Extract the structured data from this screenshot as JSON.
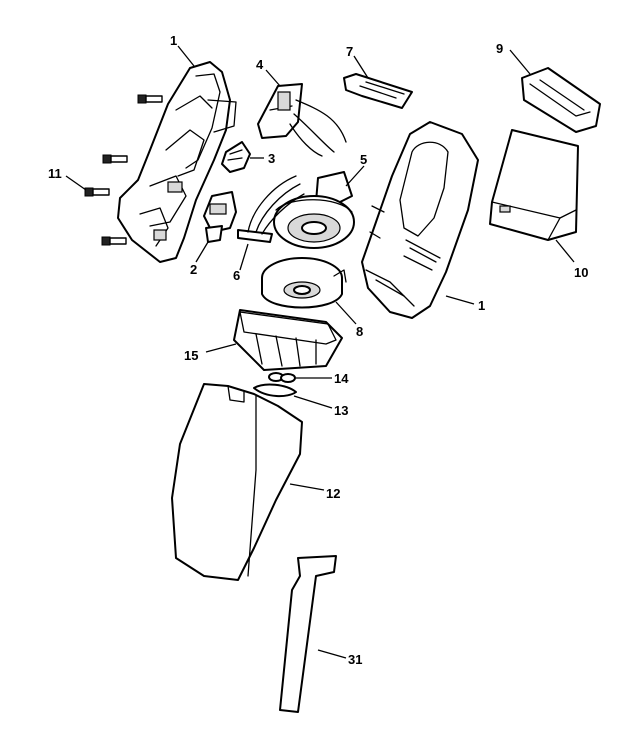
{
  "callouts": [
    {
      "label": "1"
    },
    {
      "label": "4"
    },
    {
      "label": "7"
    },
    {
      "label": "9"
    },
    {
      "label": "11"
    },
    {
      "label": "3"
    },
    {
      "label": "5"
    },
    {
      "label": "10"
    },
    {
      "label": "1"
    },
    {
      "label": "2"
    },
    {
      "label": "6"
    },
    {
      "label": "8"
    },
    {
      "label": "15"
    },
    {
      "label": "14"
    },
    {
      "label": "13"
    },
    {
      "label": "12"
    },
    {
      "label": "31"
    }
  ]
}
